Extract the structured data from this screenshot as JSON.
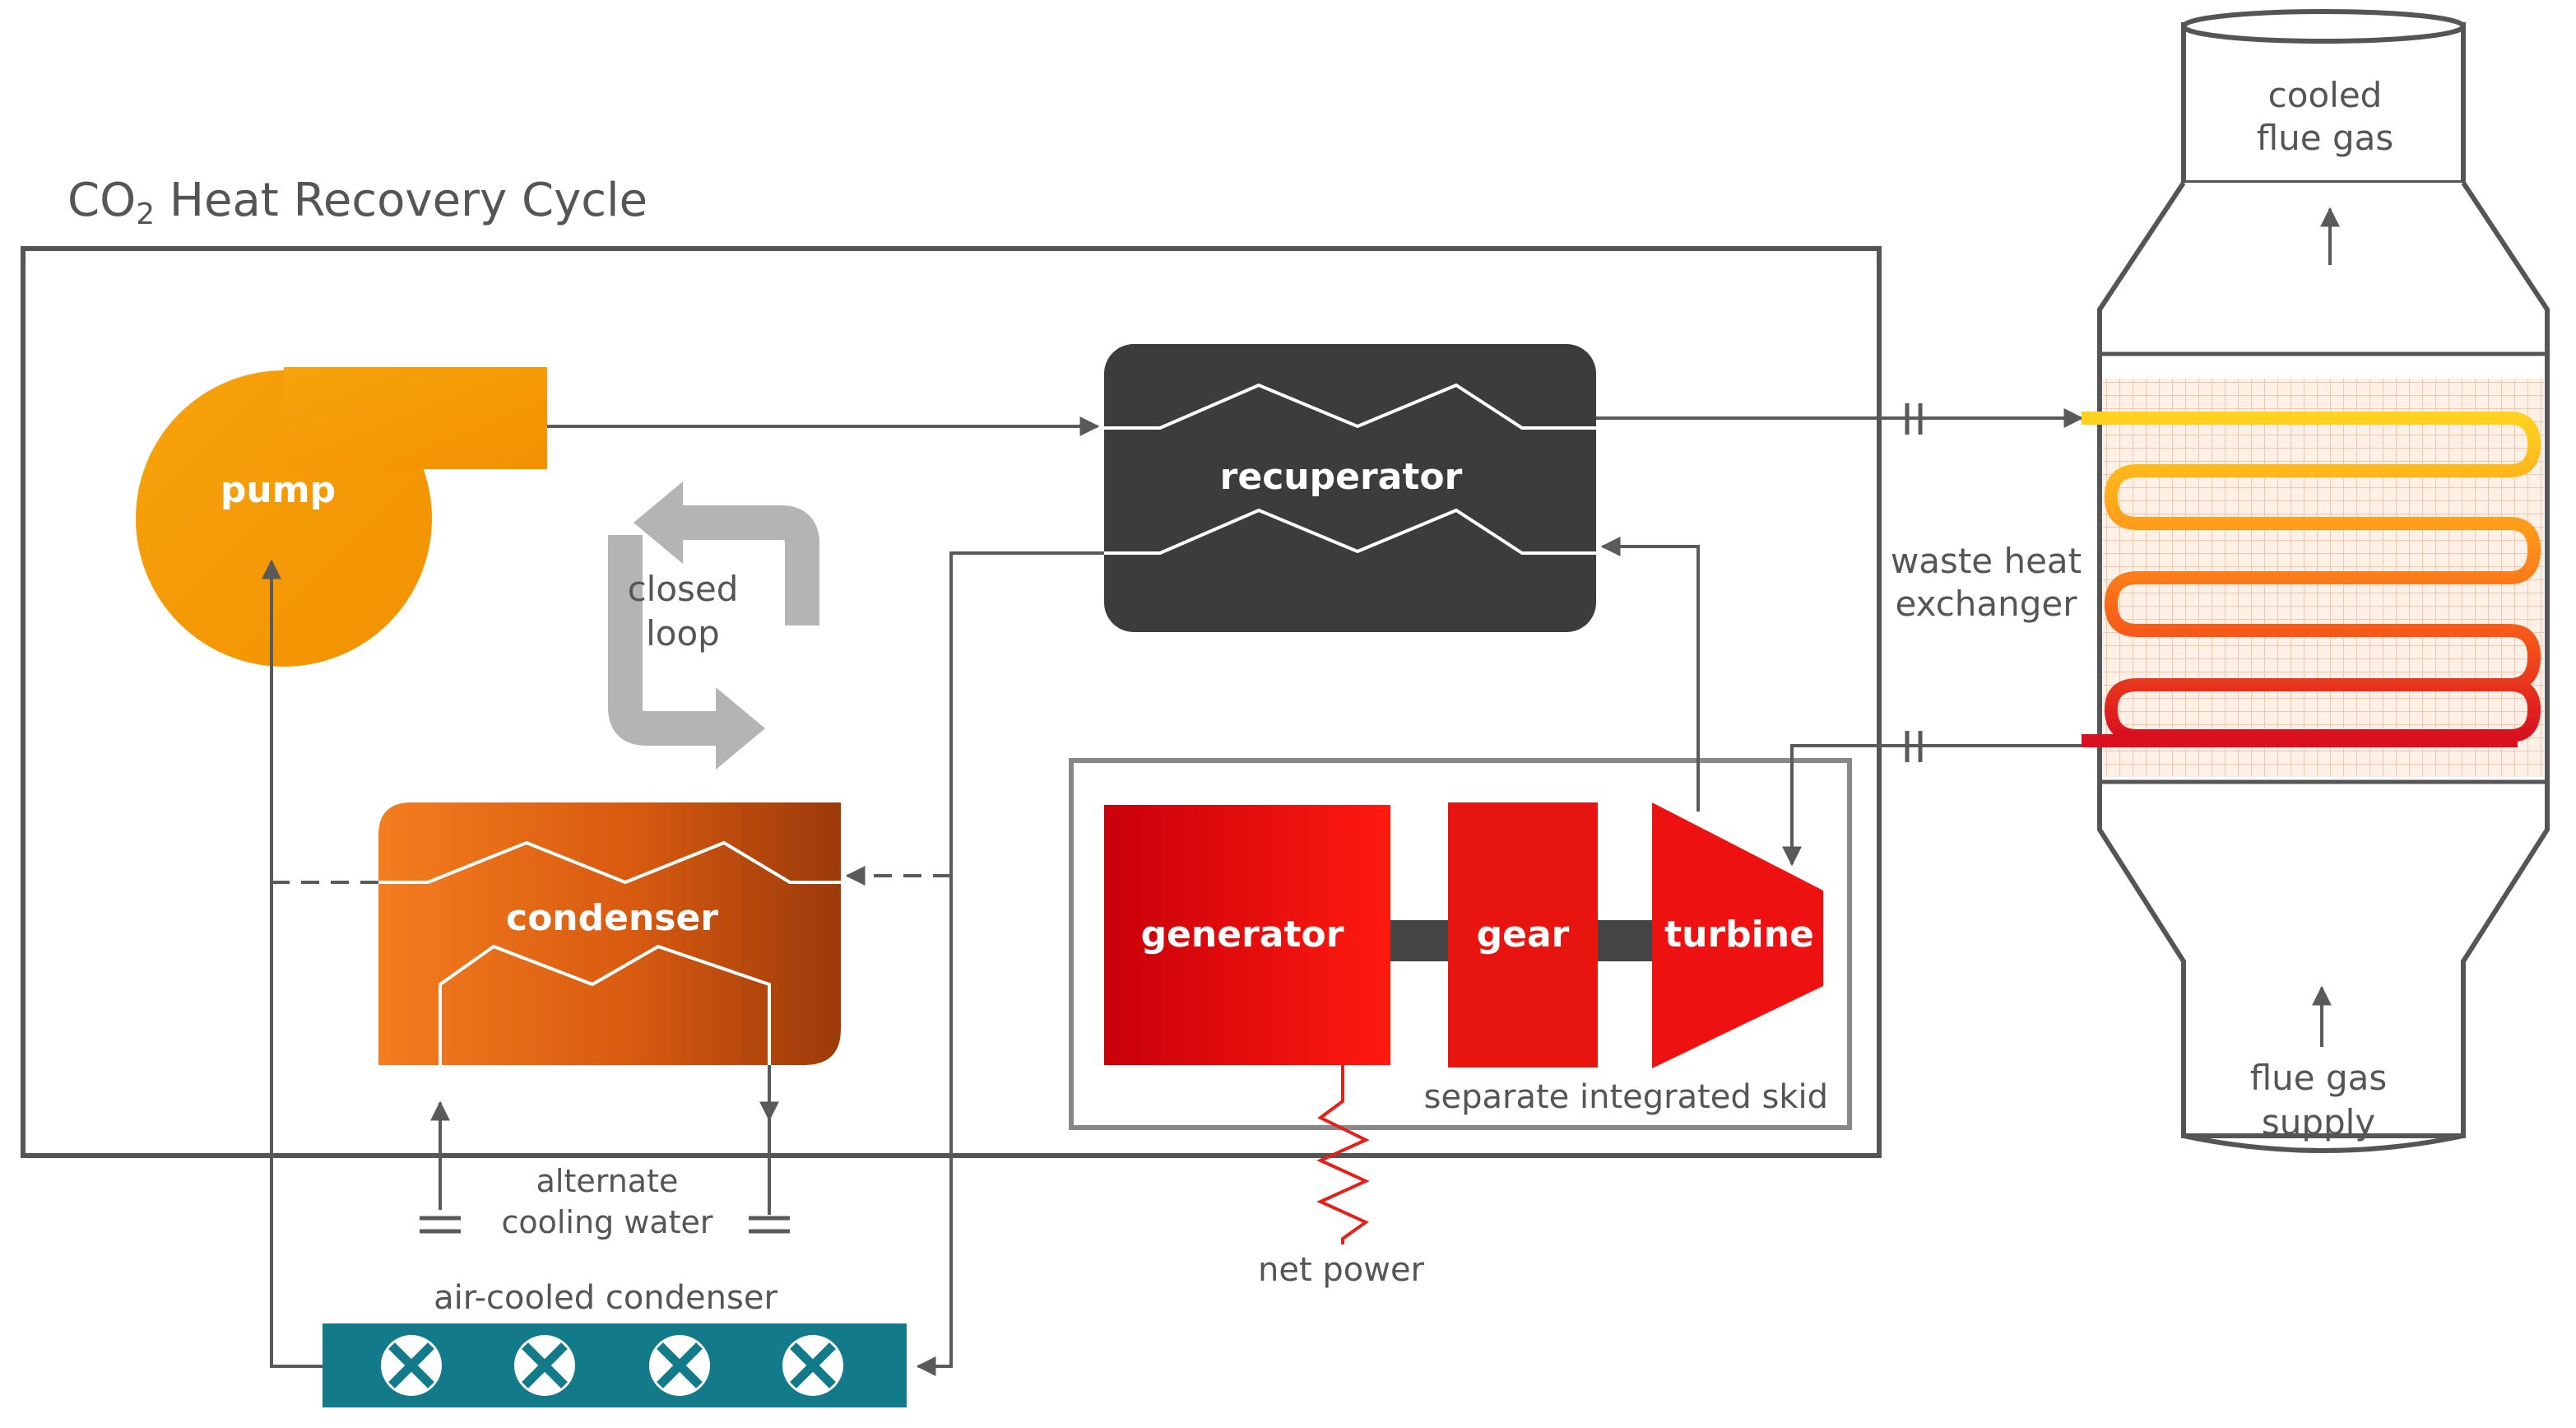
{
  "title": {
    "main": "CO",
    "sub": "2",
    "rest": " Heat Recovery Cycle"
  },
  "labels": {
    "pump": "pump",
    "closed_loop_1": "closed",
    "closed_loop_2": "loop",
    "recuperator": "recuperator",
    "condenser": "condenser",
    "generator": "generator",
    "gear": "gear",
    "turbine": "turbine",
    "skid": "separate integrated skid",
    "net_power": "net power",
    "alt_cooling_1": "alternate",
    "alt_cooling_2": "cooling water",
    "air_cooled_condenser": "air-cooled condenser",
    "whe_1": "waste heat",
    "whe_2": "exchanger",
    "cooled_1": "cooled",
    "cooled_2": "flue gas",
    "supply_1": "flue gas",
    "supply_2": "supply"
  },
  "colors": {
    "pump": "#f5a20a",
    "recuperator": "#3c3c3c",
    "condenser_light": "#f47d1e",
    "condenser_dark": "#9c3a0a",
    "generator": "#e60000",
    "gear": "#e8140f",
    "turbine": "#ee1111",
    "air_cooler": "#137a8a",
    "closed_loop": "#b4b4b4",
    "line": "#5a5a5a"
  }
}
